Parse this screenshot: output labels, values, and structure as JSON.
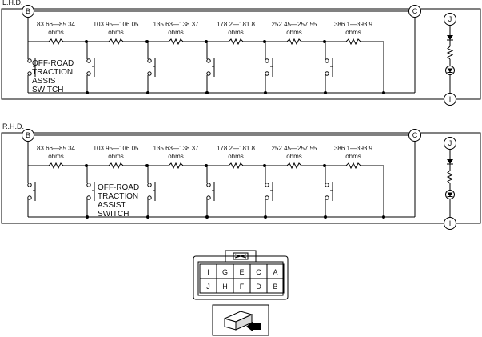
{
  "panels": [
    {
      "id": "lhd",
      "label": "L.H.D.",
      "switch_label": [
        "OFF-ROAD",
        "TRACTION",
        "ASSIST",
        "SWITCH"
      ],
      "switch_position": 0
    },
    {
      "id": "rhd",
      "label": "R.H.D.",
      "switch_label": [
        "OFF-ROAD",
        "TRACTION",
        "ASSIST",
        "SWITCH"
      ],
      "switch_position": 1
    }
  ],
  "resistors": [
    {
      "range": "83.66—85.34",
      "unit": "ohms"
    },
    {
      "range": "103.95—106.05",
      "unit": "ohms"
    },
    {
      "range": "135.63—138.37",
      "unit": "ohms"
    },
    {
      "range": "178.2—181.8",
      "unit": "ohms"
    },
    {
      "range": "252.45—257.55",
      "unit": "ohms"
    },
    {
      "range": "386.1—393.9",
      "unit": "ohms"
    }
  ],
  "terminals": {
    "B": "B",
    "C": "C",
    "J": "J",
    "I": "I"
  },
  "connector": {
    "row1": [
      "I",
      "G",
      "E",
      "C",
      "A"
    ],
    "row2": [
      "J",
      "H",
      "F",
      "D",
      "B"
    ]
  },
  "colors": {
    "line": "#000000",
    "background": "#ffffff"
  },
  "icons": [
    "resistor-icon",
    "switch-icon",
    "diode-icon",
    "led-icon",
    "connector-icon",
    "arrow-icon"
  ]
}
